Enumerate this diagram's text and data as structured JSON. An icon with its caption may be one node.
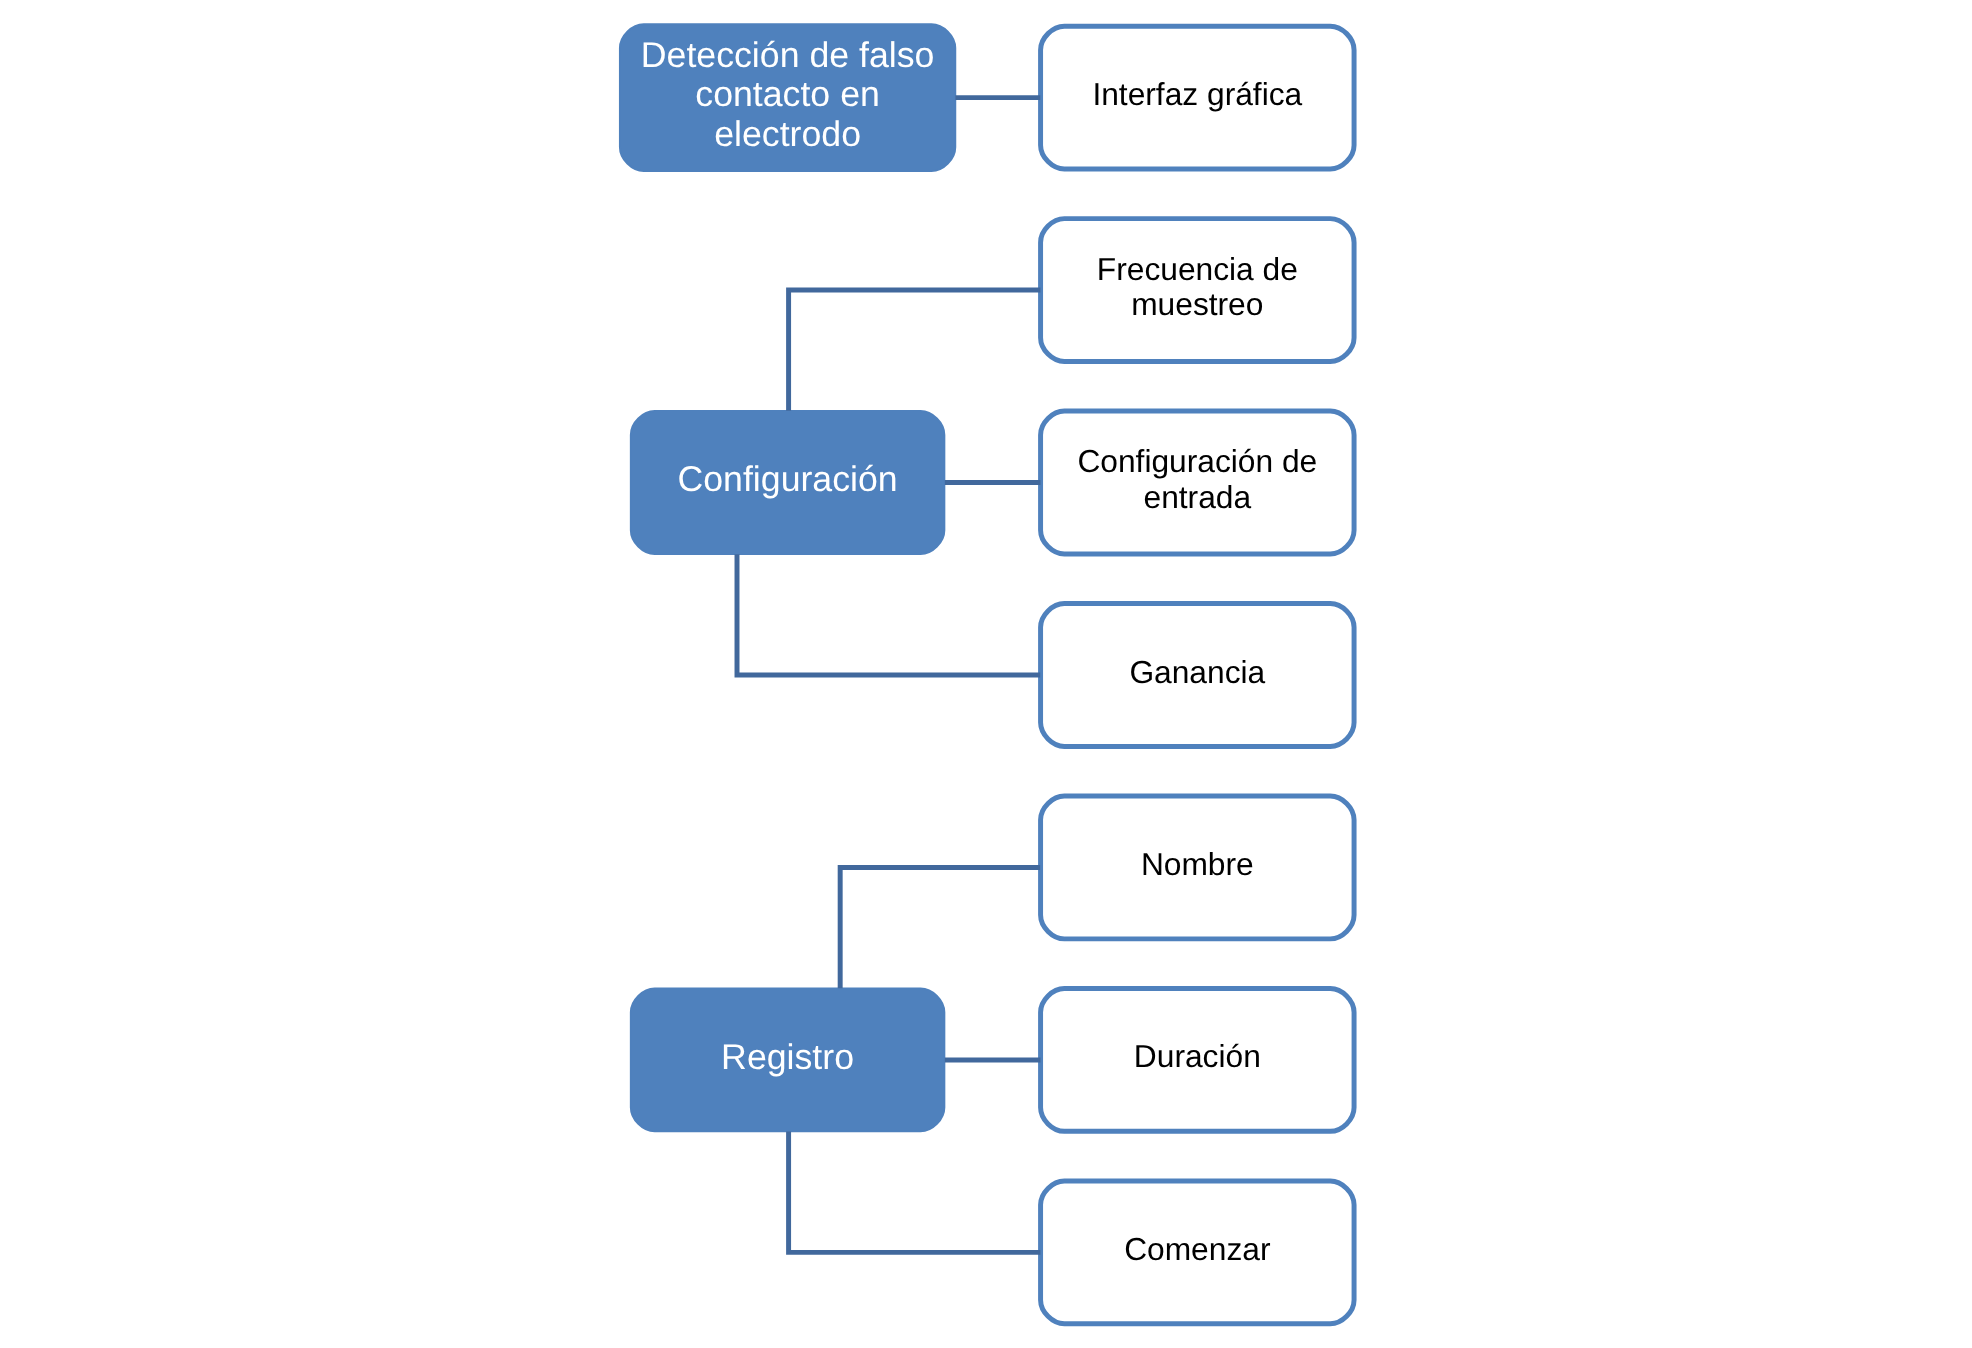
{
  "diagram": {
    "nodes": [
      {
        "text": [
          "Registro"
        ]
      },
      {
        "text": [
          "Nombre"
        ]
      },
      {
        "text": [
          "Duración"
        ]
      },
      {
        "text": [
          "Comenzar"
        ]
      },
      {
        "text": [
          "Configuración"
        ]
      },
      {
        "text": [
          "Frecuencia de muestreo"
        ]
      },
      {
        "text": [
          "Configuración de entrada"
        ]
      },
      {
        "text": [
          "Ganancia"
        ]
      },
      {
        "text": [
          "Detección de falso contacto en electrodo"
        ]
      },
      {
        "text": [
          "Interfaz gráfica"
        ]
      }
    ],
    "edges": [
      {
        "from": 0,
        "to": 1,
        "arrow": "none"
      },
      {
        "from": 0,
        "to": 2,
        "arrow": "none"
      },
      {
        "from": 0,
        "to": 3,
        "arrow": "none"
      },
      {
        "from": 4,
        "to": 5,
        "arrow": "none"
      },
      {
        "from": 4,
        "to": 6,
        "arrow": "none"
      },
      {
        "from": 4,
        "to": 7,
        "arrow": "none"
      },
      {
        "from": 8,
        "to": 9,
        "arrow": "none"
      }
    ]
  }
}
